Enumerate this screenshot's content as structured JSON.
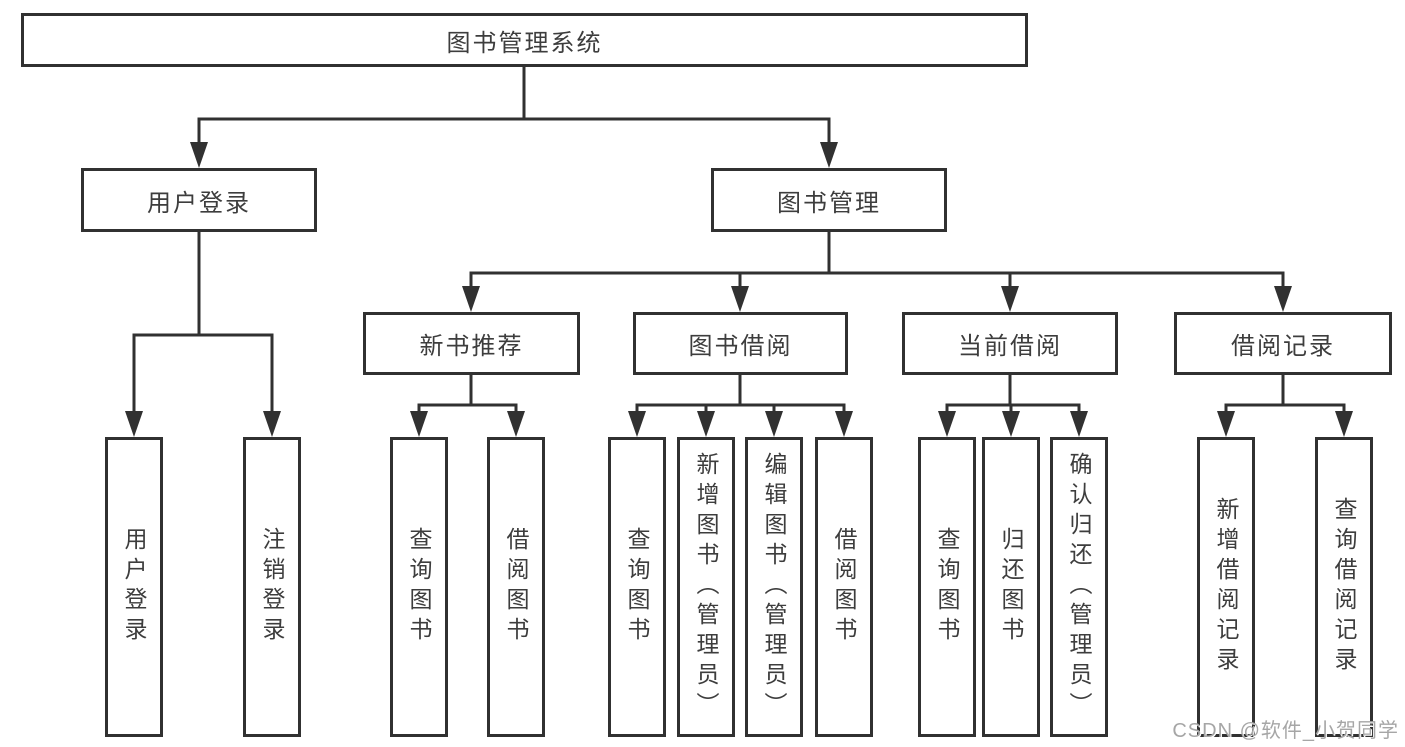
{
  "tree": {
    "root": {
      "label": "图书管理系统",
      "children": [
        {
          "label": "用户登录",
          "children": [
            {
              "label": "用户登录"
            },
            {
              "label": "注销登录"
            }
          ]
        },
        {
          "label": "图书管理",
          "children": [
            {
              "label": "新书推荐",
              "children": [
                {
                  "label": "查询图书"
                },
                {
                  "label": "借阅图书"
                }
              ]
            },
            {
              "label": "图书借阅",
              "children": [
                {
                  "label": "查询图书"
                },
                {
                  "label": "新增图书（管理员）"
                },
                {
                  "label": "编辑图书（管理员）"
                },
                {
                  "label": "借阅图书"
                }
              ]
            },
            {
              "label": "当前借阅",
              "children": [
                {
                  "label": "查询图书"
                },
                {
                  "label": "归还图书"
                },
                {
                  "label": "确认归还（管理员）"
                }
              ]
            },
            {
              "label": "借阅记录",
              "children": [
                {
                  "label": "新增借阅记录"
                },
                {
                  "label": "查询借阅记录"
                }
              ]
            }
          ]
        }
      ]
    }
  },
  "watermark": {
    "text": "CSDN @软件_小贺同学"
  },
  "colors": {
    "line": "#313131",
    "text": "#3d3d3d",
    "watermark": "#a6a6a6",
    "background": "#ffffff"
  }
}
